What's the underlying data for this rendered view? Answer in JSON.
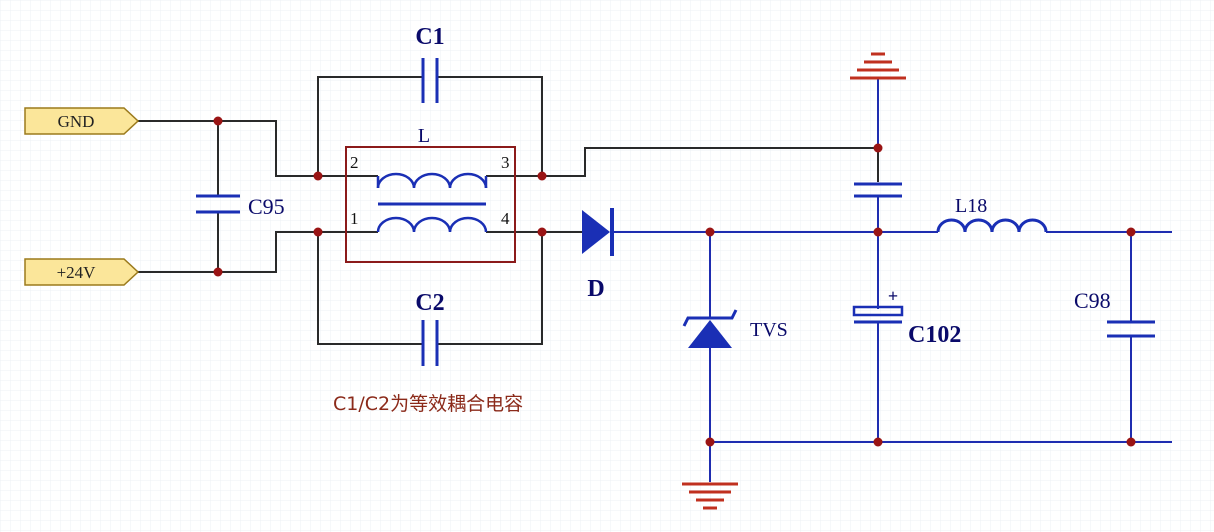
{
  "ports": {
    "gnd": "GND",
    "v24": "+24V"
  },
  "labels": {
    "c1": "C1",
    "c2": "C2",
    "c95": "C95",
    "inductor": "L",
    "pin1": "1",
    "pin2": "2",
    "pin3": "3",
    "pin4": "4",
    "diode": "D",
    "tvs": "TVS",
    "l18": "L18",
    "c102": "C102",
    "c98": "C98",
    "polarity": "+",
    "note": "C1/C2为等效耦合电容"
  },
  "colors": {
    "wire_black": "#2a2a2a",
    "wire_blue": "#1f2db0",
    "component_blue": "#1a2fb5",
    "junction": "#9a1414",
    "box": "#8b1a1a",
    "ground_symbol": "#c0301f",
    "port_fill": "#fbe69a",
    "port_border": "#9b7a1c",
    "note_text": "#8b2a1a",
    "grid": "#eef0f4"
  }
}
